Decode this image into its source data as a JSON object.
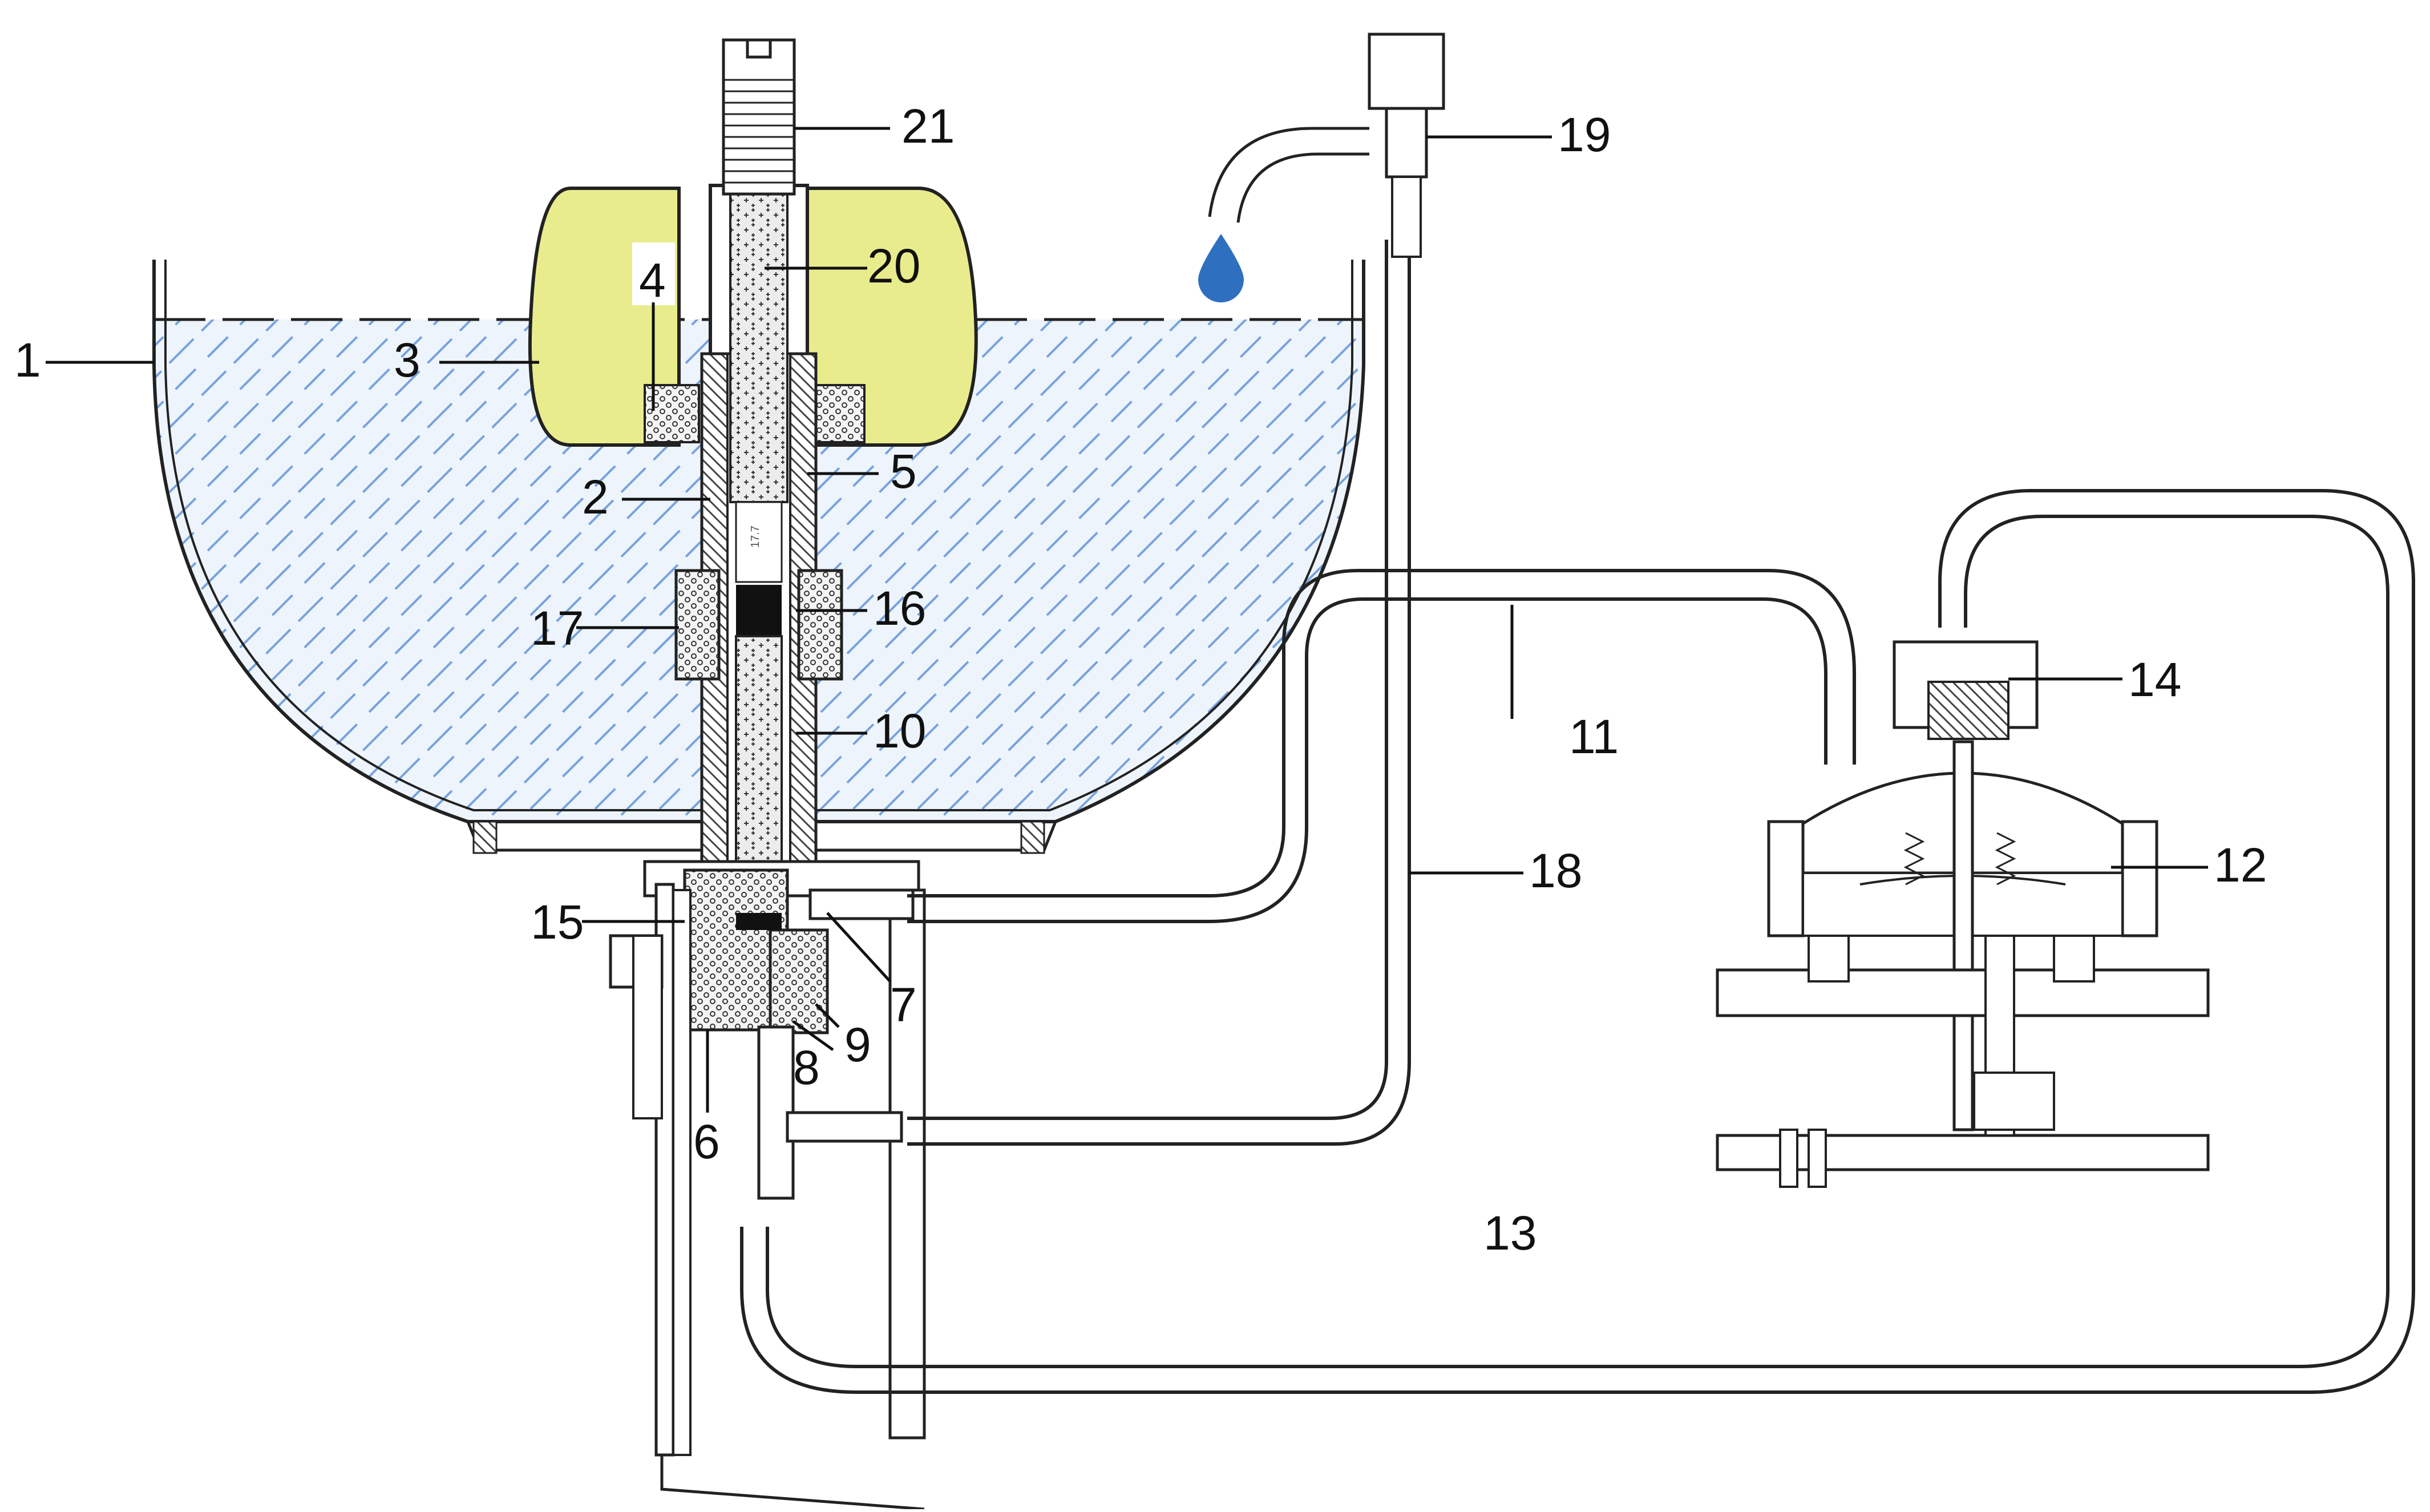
{
  "labels": {
    "l1": "1",
    "l2": "2",
    "l3": "3",
    "l4": "4",
    "l5": "5",
    "l6": "6",
    "l7": "7",
    "l8": "8",
    "l9": "9",
    "l10": "10",
    "l11": "11",
    "l12": "12",
    "l13": "13",
    "l14": "14",
    "l15": "15",
    "l16": "16",
    "l17": "17",
    "l18": "18",
    "l19": "19",
    "l20": "20",
    "l21": "21"
  },
  "rod_marking": "17.7",
  "colors": {
    "water_fill": "#e8f1fa",
    "water_hatch": "#5b8fd6",
    "float": "#e9ec8c",
    "droplet": "#2f6fbf",
    "line": "#222222"
  },
  "icons": {
    "droplet": "water-droplet-icon"
  }
}
